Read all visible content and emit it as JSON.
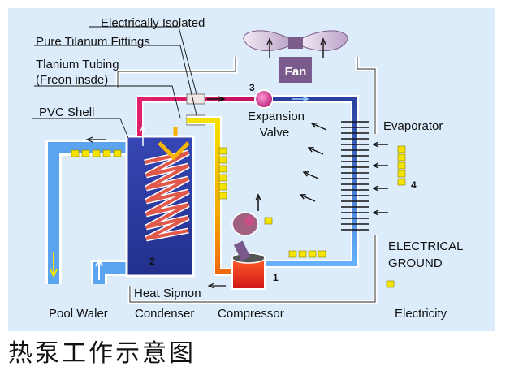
{
  "labels": {
    "electrically_isolated": "Electrically Isolated",
    "pure_titanium_fittings": "Pure Tilanum Fittings",
    "titanium_tubing_1": "Tlanium Tubing",
    "titanium_tubing_2": "(Freon insde)",
    "pvc_shell": "PVC Shell",
    "fan": "Fan",
    "expansion_1": "Expansion",
    "expansion_2": "Valve",
    "evaporator": "Evaporator",
    "electrical_ground_1": "ELECTRICAL",
    "electrical_ground_2": "GROUND",
    "heat_siphon": "Heat Sipnon",
    "pool_water": "Pool Waler",
    "condenser": "Condenser",
    "compressor": "Compressor",
    "electricity": "Electricity"
  },
  "numbers": {
    "n1": "1",
    "n2": "2",
    "n3": "3",
    "n4": "4"
  },
  "caption": "热泵工作示意图",
  "colors": {
    "background": "#dcecfb",
    "hot_line": "#d9206e",
    "cold_line": "#2a4aa8",
    "warm_line": "#f2a000",
    "tank_fill": "#2d3fa8",
    "water_pipe": "#5aa4f0",
    "coil": "#e0584a",
    "compressor": "#e01e1e",
    "marker": "#f5e400"
  },
  "icons": [
    "fan-icon",
    "compressor-icon",
    "expansion-valve-icon",
    "coil-icon",
    "arrow-icon"
  ]
}
